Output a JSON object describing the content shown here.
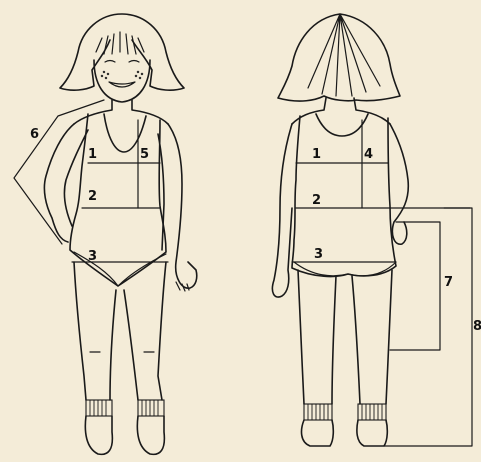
{
  "colors": {
    "paper": "#f4ecd8",
    "ink": "#1a1a1a"
  },
  "front_figure": {
    "labels": {
      "m1": "1",
      "m2": "2",
      "m3": "3",
      "m5": "5",
      "m6": "6"
    }
  },
  "back_figure": {
    "labels": {
      "m1": "1",
      "m2": "2",
      "m3": "3",
      "m4": "4",
      "m7": "7",
      "m8": "8"
    }
  }
}
